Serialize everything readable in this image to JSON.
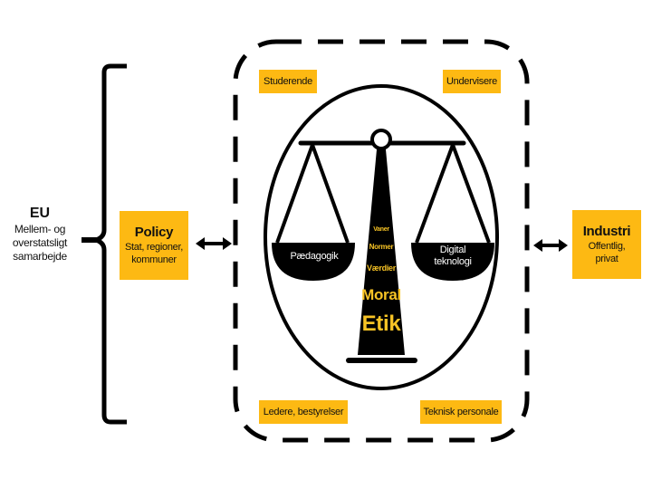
{
  "left_group": {
    "title": "EU",
    "subtitle_lines": [
      "Mellem- og",
      "overstatsligt",
      "samarbejde"
    ]
  },
  "policy": {
    "title": "Policy",
    "lines": [
      "Stat, regioner,",
      "kommuner"
    ]
  },
  "industry": {
    "title": "Industri",
    "lines": [
      "Offentlig,",
      "privat"
    ]
  },
  "stakeholders": {
    "top_left": "Studerende",
    "top_right": "Undervisere",
    "bottom_left": "Ledere, bestyrelser",
    "bottom_right": "Teknisk personale"
  },
  "scale": {
    "left_pan": "Pædagogik",
    "right_pan": [
      "Digital",
      "teknologi"
    ],
    "pillar": {
      "small": [
        "Vaner",
        "Normer",
        "Værdier"
      ],
      "large": [
        "Moral",
        "Etik"
      ]
    }
  },
  "colors": {
    "accent": "#fdb913",
    "ink": "#000000",
    "pillar_text": "#f7c325"
  }
}
